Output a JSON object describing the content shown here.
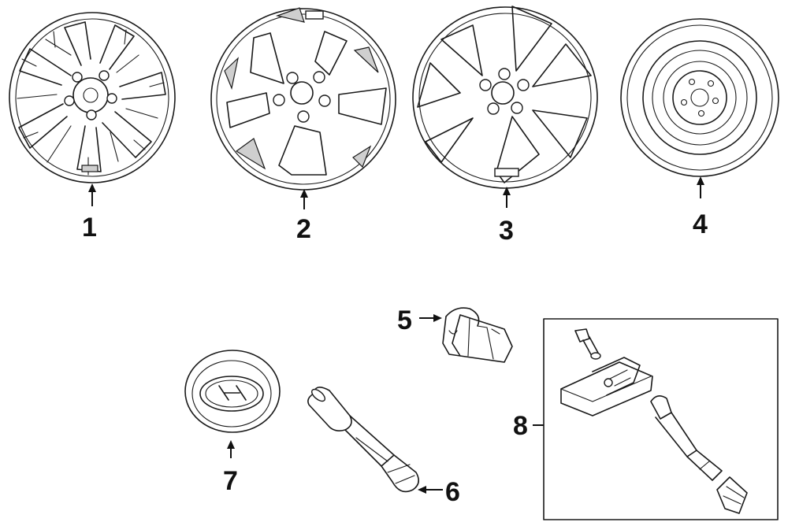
{
  "callouts": {
    "c1": "1",
    "c2": "2",
    "c3": "3",
    "c4": "4",
    "c5": "5",
    "c6": "6",
    "c7": "7",
    "c8": "8"
  },
  "colors": {
    "line": "#1a1a1a",
    "background": "#ffffff",
    "shade": "#cfcfcf"
  }
}
